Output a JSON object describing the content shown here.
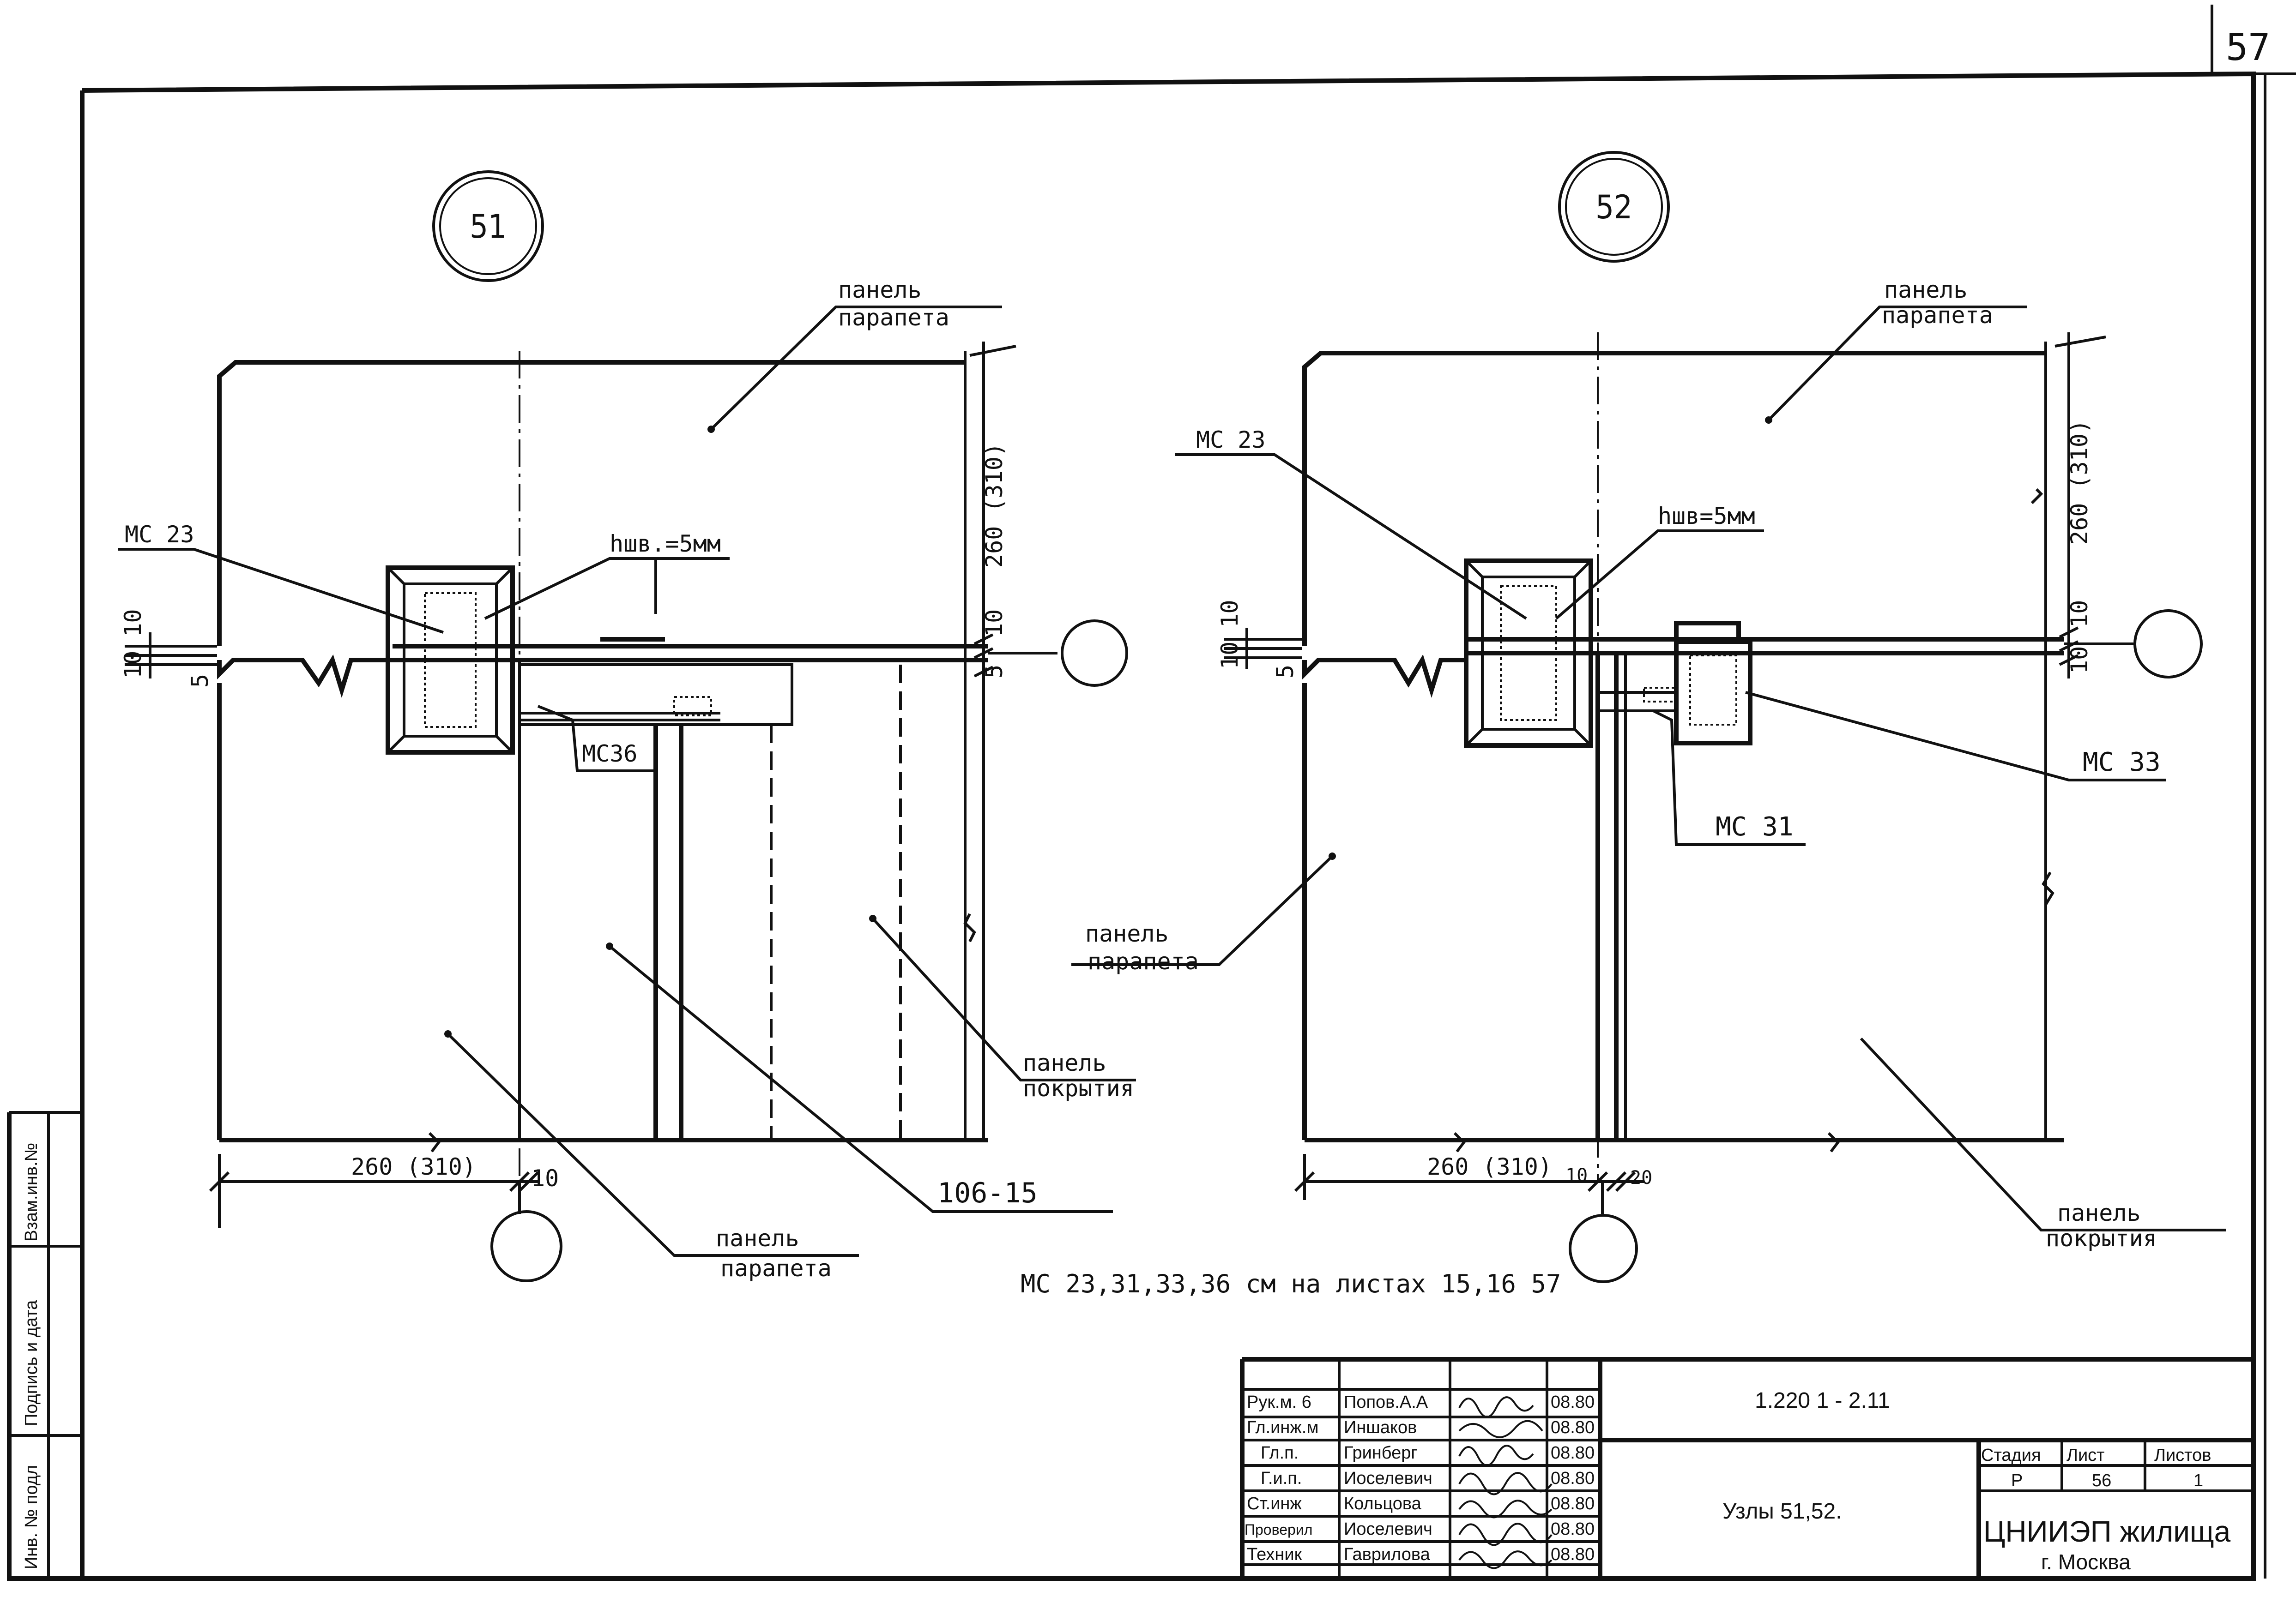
{
  "sheet_number": "57",
  "node_51": {
    "number": "51",
    "label_panel_parapet_top": [
      "панель",
      "парапета"
    ],
    "label_mc23": "МС 23",
    "label_weld": "hшв.=5мм",
    "label_mc36": "МС36",
    "label_panel_roof": [
      "панель",
      "покрытия"
    ],
    "label_106_15": "106-15",
    "label_panel_parapet_bottom": [
      "панель",
      "парапета"
    ],
    "dim_vertical_260": "260 (310)",
    "dim_vertical_10": "10",
    "dim_vertical_5": "5",
    "dim_left_1010": "10 10",
    "dim_left_5": "5",
    "dim_horizontal_260": "260 (310)",
    "dim_horizontal_10": "10"
  },
  "node_52": {
    "number": "52",
    "label_panel_parapet_top": [
      "панель",
      "парапета"
    ],
    "label_mc23": "МС 23",
    "label_weld": "hшв=5мм",
    "label_mc33": "МС 33",
    "label_mc31": "МС 31",
    "label_panel_parapet_left": [
      "панель",
      "парапета"
    ],
    "label_panel_roof": [
      "панель",
      "покрытия"
    ],
    "dim_vertical_260": "260 (310)",
    "dim_vertical_10": "10",
    "dim_vertical_10b": "10",
    "dim_left_1010": "10 10",
    "dim_left_5": "5",
    "dim_horizontal_260": "260 (310)",
    "dim_horizontal_10": "10",
    "dim_horizontal_20": "20"
  },
  "note": "МС 23,31,33,36  см на листах 15,16 57",
  "side_stamp": [
    "Инв. № подл",
    "Подпись и дата",
    "Взам.инв.№"
  ],
  "title_block": {
    "rows": [
      {
        "role": "Рук.м. 6",
        "name": "Попов.А.А",
        "date": "08.80"
      },
      {
        "role": "Гл.инж.м",
        "name": "Иншаков",
        "date": "08.80"
      },
      {
        "role": "Гл.п.",
        "name": "Гринберг",
        "date": "08.80"
      },
      {
        "role": "Г.и.п.",
        "name": "Иоселевич",
        "date": "08.80"
      },
      {
        "role": "Ст.инж",
        "name": "Кольцова",
        "date": "08.80"
      },
      {
        "role": "Проверил",
        "name": "Иоселевич",
        "date": "08.80"
      },
      {
        "role": "Техник",
        "name": "Гаврилова",
        "date": "08.80"
      }
    ],
    "code": "1.220 1 - 2.11",
    "title": "Узлы 51,52.",
    "stage_header": "Стадия",
    "sheet_header": "Лист",
    "sheets_header": "Листов",
    "stage": "Р",
    "sheet": "56",
    "sheets": "1",
    "org": "ЦНИИЭП жилища",
    "city": "г. Москва"
  }
}
